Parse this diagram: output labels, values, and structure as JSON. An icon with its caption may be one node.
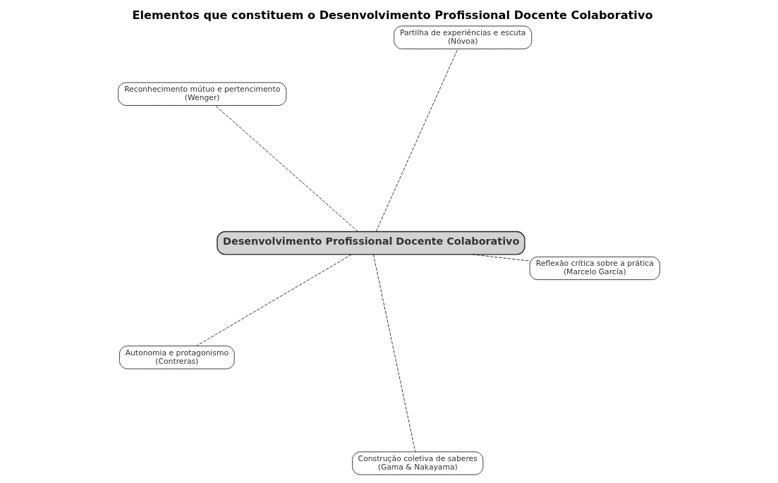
{
  "diagram": {
    "title": "Elementos que constituem o Desenvolvimento Profissional Docente Colaborativo",
    "nodes": [
      {
        "text": [
          "Reconhecimento mútuo e pertencimento",
          "(Wenger)"
        ]
      },
      {
        "text": [
          "Reflexão crítica sobre a prática",
          "(Marcelo García)"
        ]
      },
      {
        "text": [
          "Construção coletiva de saberes",
          "(Gama & Nakayama)"
        ]
      },
      {
        "text": [
          "Desenvolvimento Profissional Docente Colaborativo"
        ]
      },
      {
        "text": [
          "Partilha de experiências e escuta",
          "(Nóvoa)"
        ]
      },
      {
        "text": [
          "Autonomia e protagonismo",
          "(Contreras)"
        ]
      }
    ],
    "edges": [
      {
        "from": 3,
        "to": 0,
        "arrow": "none",
        "style": "dashed"
      },
      {
        "from": 3,
        "to": 1,
        "arrow": "none",
        "style": "dashed"
      },
      {
        "from": 3,
        "to": 2,
        "arrow": "none",
        "style": "dashed"
      },
      {
        "from": 3,
        "to": 4,
        "arrow": "none",
        "style": "dashed"
      },
      {
        "from": 3,
        "to": 5,
        "arrow": "none",
        "style": "dashed"
      }
    ]
  }
}
